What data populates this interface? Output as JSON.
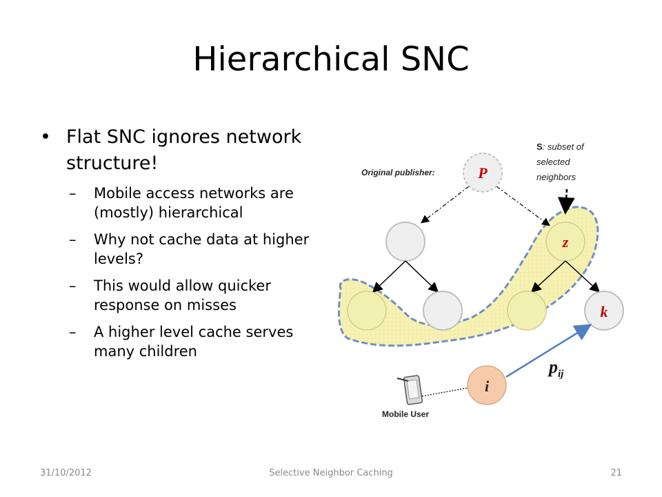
{
  "slide": {
    "title": "Hierarchical SNC",
    "bullet": "Flat SNC ignores network structure!",
    "sub_bullets": [
      "Mobile access networks are (mostly) hierarchical",
      "Why not cache data at higher levels?",
      "This would allow quicker response on misses",
      "A higher level cache serves many children"
    ]
  },
  "figure": {
    "publisher_label": "Original publisher:",
    "node_p": "P",
    "node_z": "z",
    "node_k": "k",
    "node_i": "i",
    "s_label_bold": "S",
    "s_label_rest": ": subset of",
    "s_label_line2": "selected",
    "s_label_line3": "neighbors",
    "pij_main": "p",
    "pij_sub": "ij",
    "mobile_user_label": "Mobile User",
    "colors": {
      "node_fill": "#efefef",
      "node_stroke": "#bfbfbf",
      "p_text": "#c00000",
      "region_fill": "#f7f2b4",
      "region_stroke": "#6f8fc5",
      "yellow_node": "#f2f0b0",
      "i_fill": "#f7cba9",
      "arrow_blue": "#4f7fc0"
    }
  },
  "footer": {
    "date": "31/10/2012",
    "center": "Selective Neighbor Caching",
    "page": "21"
  }
}
